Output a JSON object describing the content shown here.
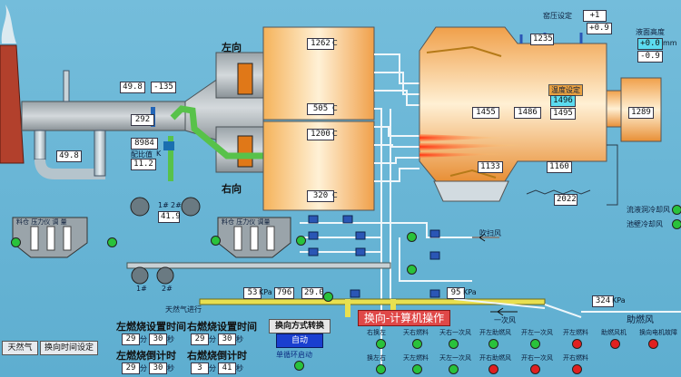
{
  "top": {
    "pressure_set_label": "窑压设定",
    "pressure_set": "+1",
    "pressure_val": "+0.9",
    "level_label": "液面高度",
    "level_a": "+0.0",
    "level_b": "-0.9",
    "level_unit": "mm"
  },
  "regen": {
    "left_label": "左向",
    "right_label": "右向",
    "t_top_upper": "1262",
    "t_top_lower": "505",
    "t_bot_upper": "1200",
    "t_bot_lower": "320",
    "c": "C"
  },
  "flue": {
    "v1": "49.8",
    "v2": "-135",
    "v3": "292",
    "v4": "8984",
    "v5": "11.2",
    "v6": "49.8",
    "peifeng_label": "配比值",
    "k_label": "K"
  },
  "furnace": {
    "t1": "1235",
    "t2": "1455",
    "t3": "1486",
    "t4": "1495",
    "t5": "1496",
    "t6": "1133",
    "t7": "1160",
    "t8": "2022",
    "t9": "1289",
    "set_label": "温度设定"
  },
  "right_side": {
    "cool1": "流液洞冷却风",
    "cool2": "池壁冷却风",
    "blow_label": "吹扫风",
    "primary_label": "一次风",
    "help_label": "助燃风",
    "v_kpa": "324",
    "kpa": "KPa"
  },
  "mid": {
    "fan_left": "1#",
    "fan_right": "2#",
    "v419": "41.9",
    "gas_label": "天然气进行",
    "p53": "53",
    "p796": "796",
    "p290": "29.0",
    "p95": "95",
    "kpa": "KPa",
    "bottom_fan_1": "1#",
    "bottom_fan_2": "2#",
    "left_hopper": "料仓 压力仪 调 量",
    "right_hopper": "料仓 压力仪 调量"
  },
  "bottom": {
    "tab1": "天然气",
    "tab2": "换向时间设定",
    "left_set": "左燃烧设置时间",
    "right_set": "右燃烧设置时间",
    "left_cnt": "左燃烧倒计时",
    "right_cnt": "右燃烧倒计时",
    "min": "分",
    "sec": "秒",
    "ls_m": "29",
    "ls_s": "30",
    "rs_m": "29",
    "rs_s": "30",
    "lc_m": "29",
    "lc_s": "30",
    "rc_m": "3",
    "rc_s": "41",
    "mode_title": "换向方式转换",
    "mode_btn": "自动",
    "mode_sub": "单循环启动",
    "op_title": "换向-计算机操作",
    "sig_top": [
      "右换左",
      "天右燃料",
      "天右一次风",
      "开左助燃风",
      "开左一次风",
      "开左燃料",
      "助燃风机",
      "换向电机故障"
    ],
    "sig_bot": [
      "换左右",
      "天左燃料",
      "天左一次风",
      "开右助燃风",
      "开右一次风",
      "开右燃料"
    ]
  }
}
